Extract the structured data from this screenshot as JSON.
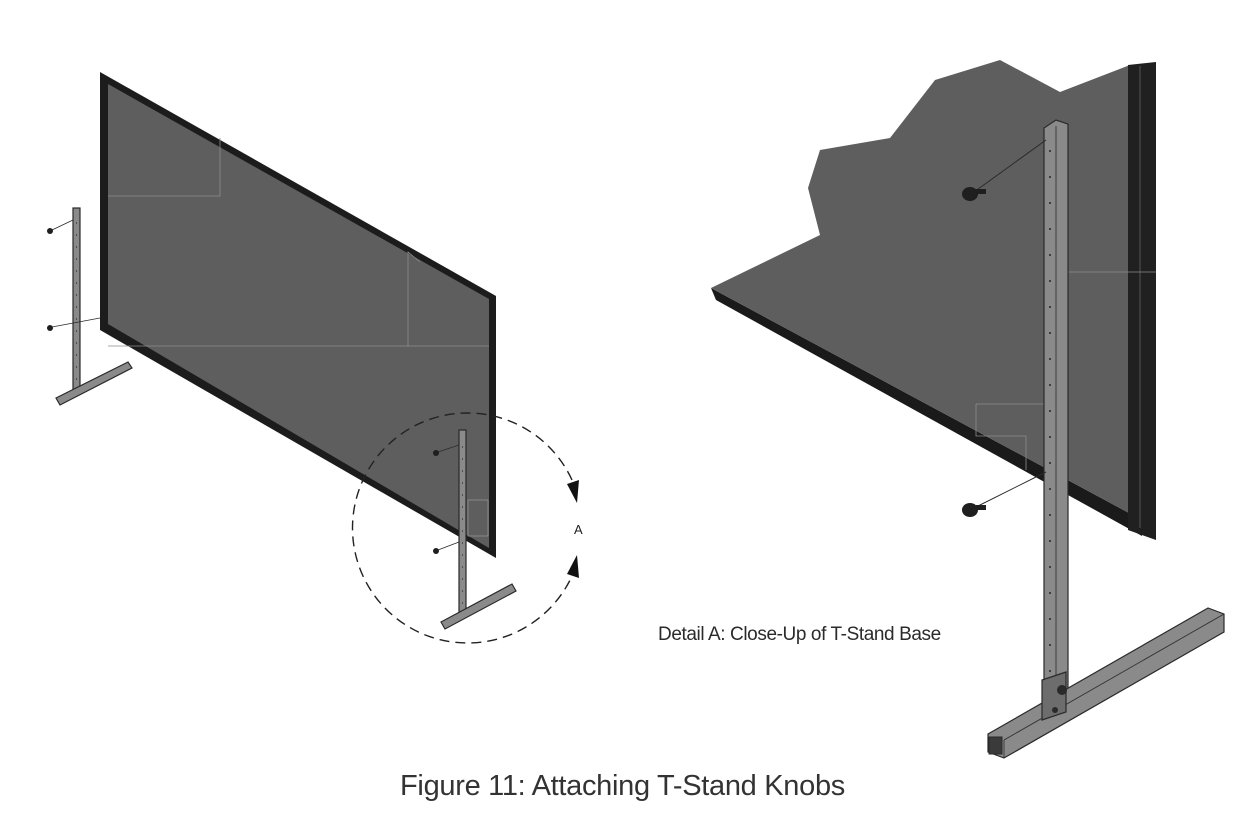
{
  "figure": {
    "caption": "Figure 11:  Attaching T-Stand Knobs",
    "detail_marker": "A",
    "detail_caption": "Detail A:  Close-Up of T-Stand Base"
  },
  "colors": {
    "screen_surface": "#5e5e5e",
    "screen_frame": "#1c1c1c",
    "stand_metal": "#8a8a8a",
    "stand_outline": "#2a2a2a",
    "knob": "#1f1f1f",
    "caption_text": "#333333"
  }
}
